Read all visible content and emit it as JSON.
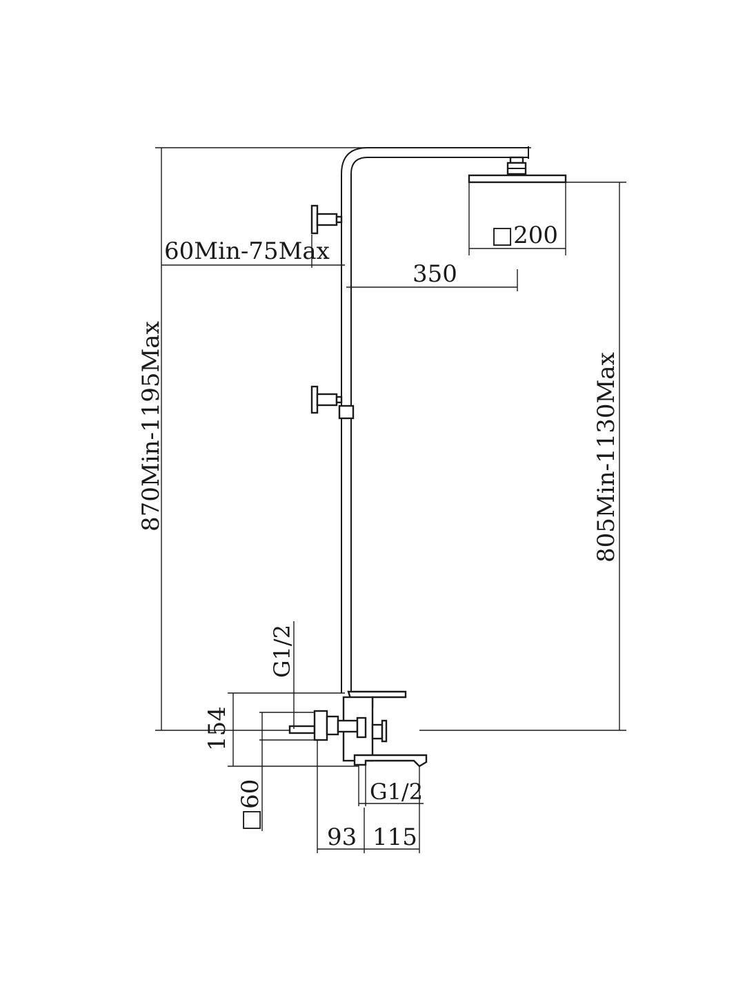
{
  "drawing": {
    "labels": {
      "total_height": "870Min-1195Max",
      "head_height": "805Min-1130Max",
      "arm_offset": "60Min-75Max",
      "arm_length": "350",
      "head_size": "□200",
      "mixer_height": "154",
      "mixer_body_size": "□60",
      "inlet_thread": "G1/2",
      "outlet_thread": "G1/2",
      "spout_offset_a": "93",
      "spout_offset_b": "115"
    }
  }
}
